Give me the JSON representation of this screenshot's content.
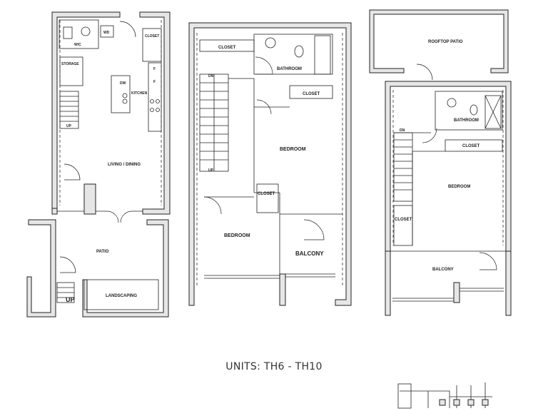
{
  "caption": "UNITS: TH6 - TH10",
  "floor1": {
    "wic": "W/C",
    "wd": "WD",
    "closet": "CLOSET",
    "storage": "STORAGE",
    "dw": "DW",
    "kitchen": "KITCHEN",
    "f1": "F",
    "f2": "F",
    "up": "UP",
    "living": "LIVING / DINING",
    "patio": "PATIO",
    "landscaping": "LANDSCAPING",
    "patio_up": "UP"
  },
  "floor2": {
    "closet_top": "CLOSET",
    "bathroom": "BATHROOM",
    "closet_mid": "CLOSET",
    "dn": "DN",
    "up": "UP",
    "bedroom_main": "BEDROOM",
    "closet_small": "CLOSET",
    "bedroom_lower": "BEDROOM",
    "balcony": "BALCONY"
  },
  "floor3": {
    "rooftop": "ROOFTOP PATIO",
    "bathroom": "BATHROOM",
    "closet_top": "CLOSET",
    "dn": "DN",
    "bedroom": "BEDROOM",
    "closet_side": "CLOSET",
    "balcony": "BALCONY"
  }
}
